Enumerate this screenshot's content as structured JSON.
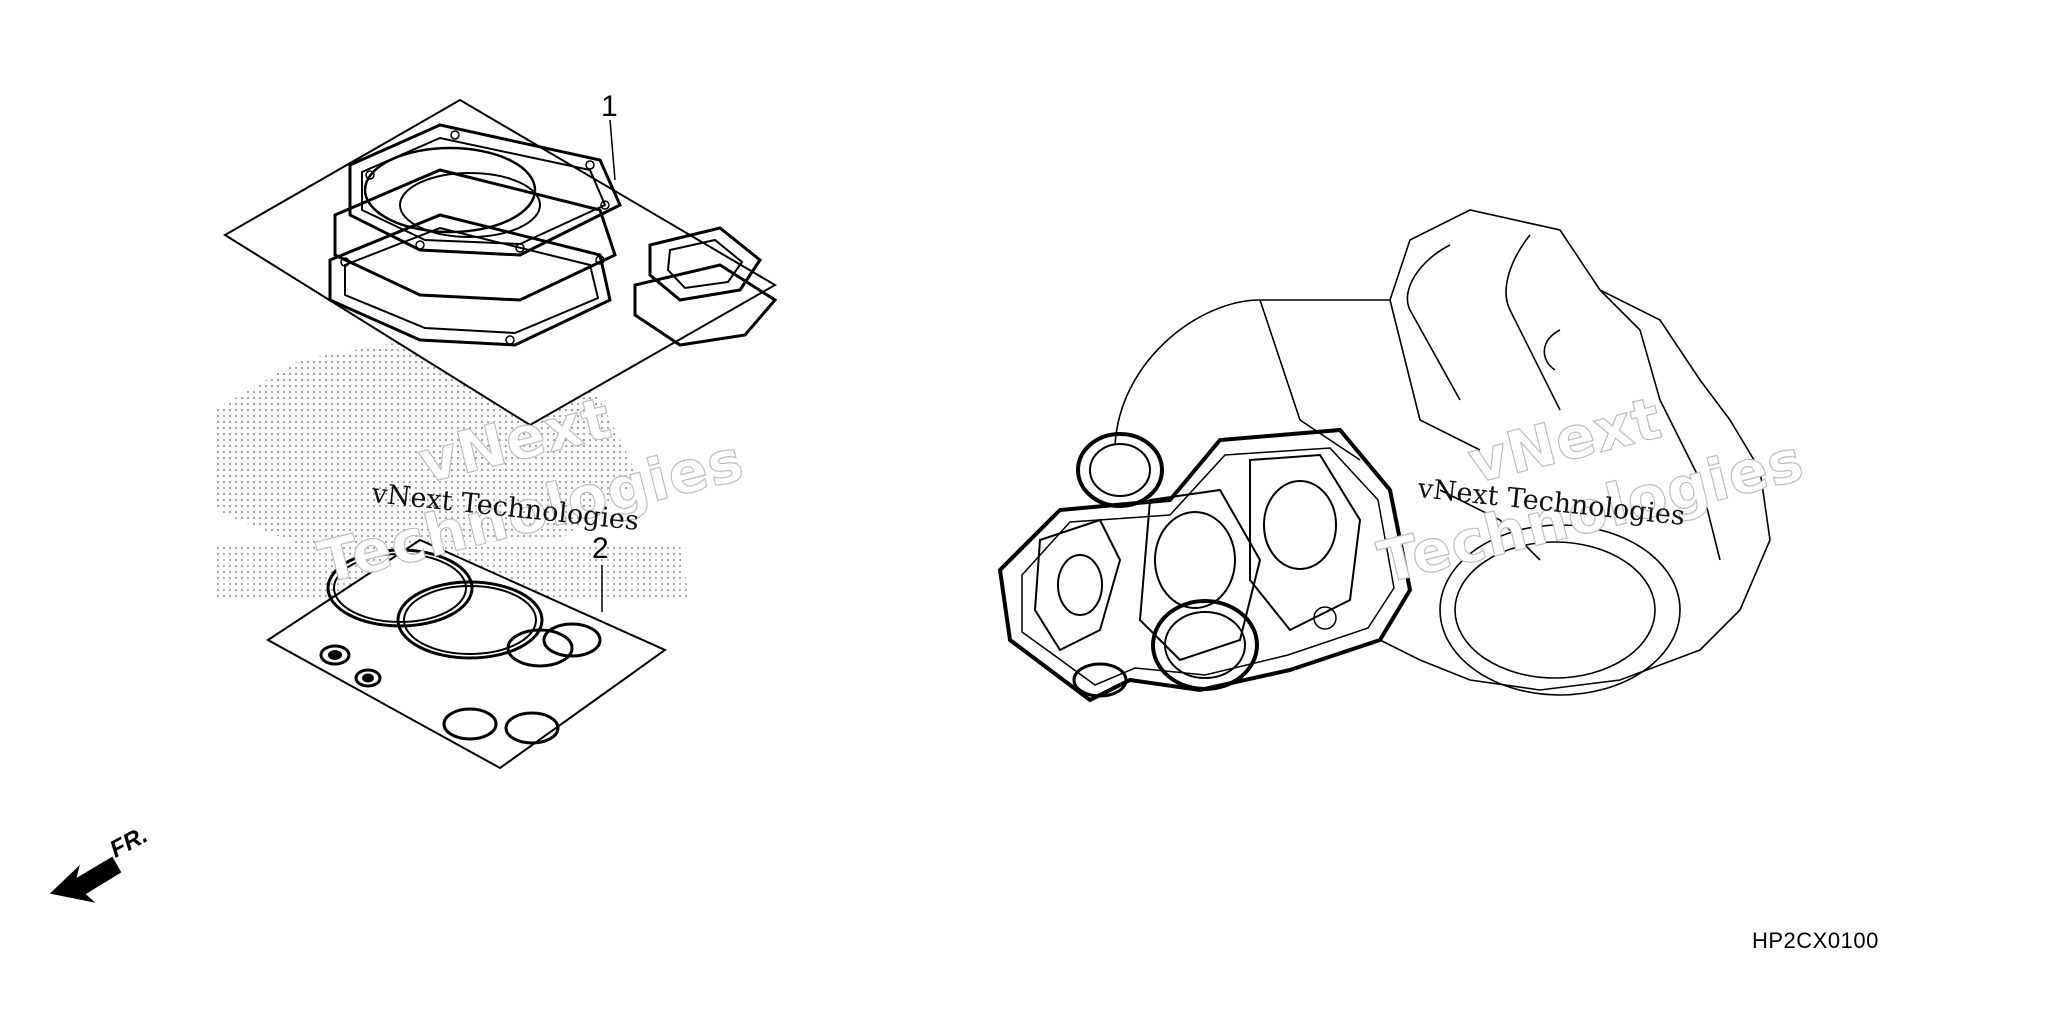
{
  "diagram": {
    "callouts": [
      {
        "id": "1",
        "label": "1"
      },
      {
        "id": "2",
        "label": "2"
      }
    ],
    "diagram_code": "HP2CX0100",
    "direction_label": "FR.",
    "watermark": {
      "line_small": "vNext Technologies",
      "line_big_1": "vNext",
      "line_big_2": "Technologies"
    },
    "icons": [
      "front-direction-arrow-icon",
      "gasket-kit-a-icon",
      "gasket-kit-b-icon",
      "engine-outline-icon"
    ]
  }
}
